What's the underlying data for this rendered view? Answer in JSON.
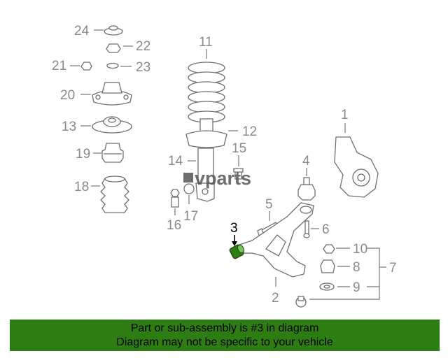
{
  "callouts": {
    "c1": "1",
    "c2": "2",
    "c3": "3",
    "c4": "4",
    "c5": "5",
    "c6": "6",
    "c7": "7",
    "c8": "8",
    "c9": "9",
    "c10": "10",
    "c11": "11",
    "c12": "12",
    "c13": "13",
    "c14": "14",
    "c15": "15",
    "c16": "16",
    "c17": "17",
    "c18": "18",
    "c19": "19",
    "c20": "20",
    "c21": "21",
    "c22": "22",
    "c23": "23",
    "c24": "24"
  },
  "watermark": "vparts",
  "highlight_color": "#2e7d14",
  "banner": {
    "line1": "Part or sub-assembly is #3 in diagram",
    "line2": "Diagram may not be specific to your vehicle"
  }
}
